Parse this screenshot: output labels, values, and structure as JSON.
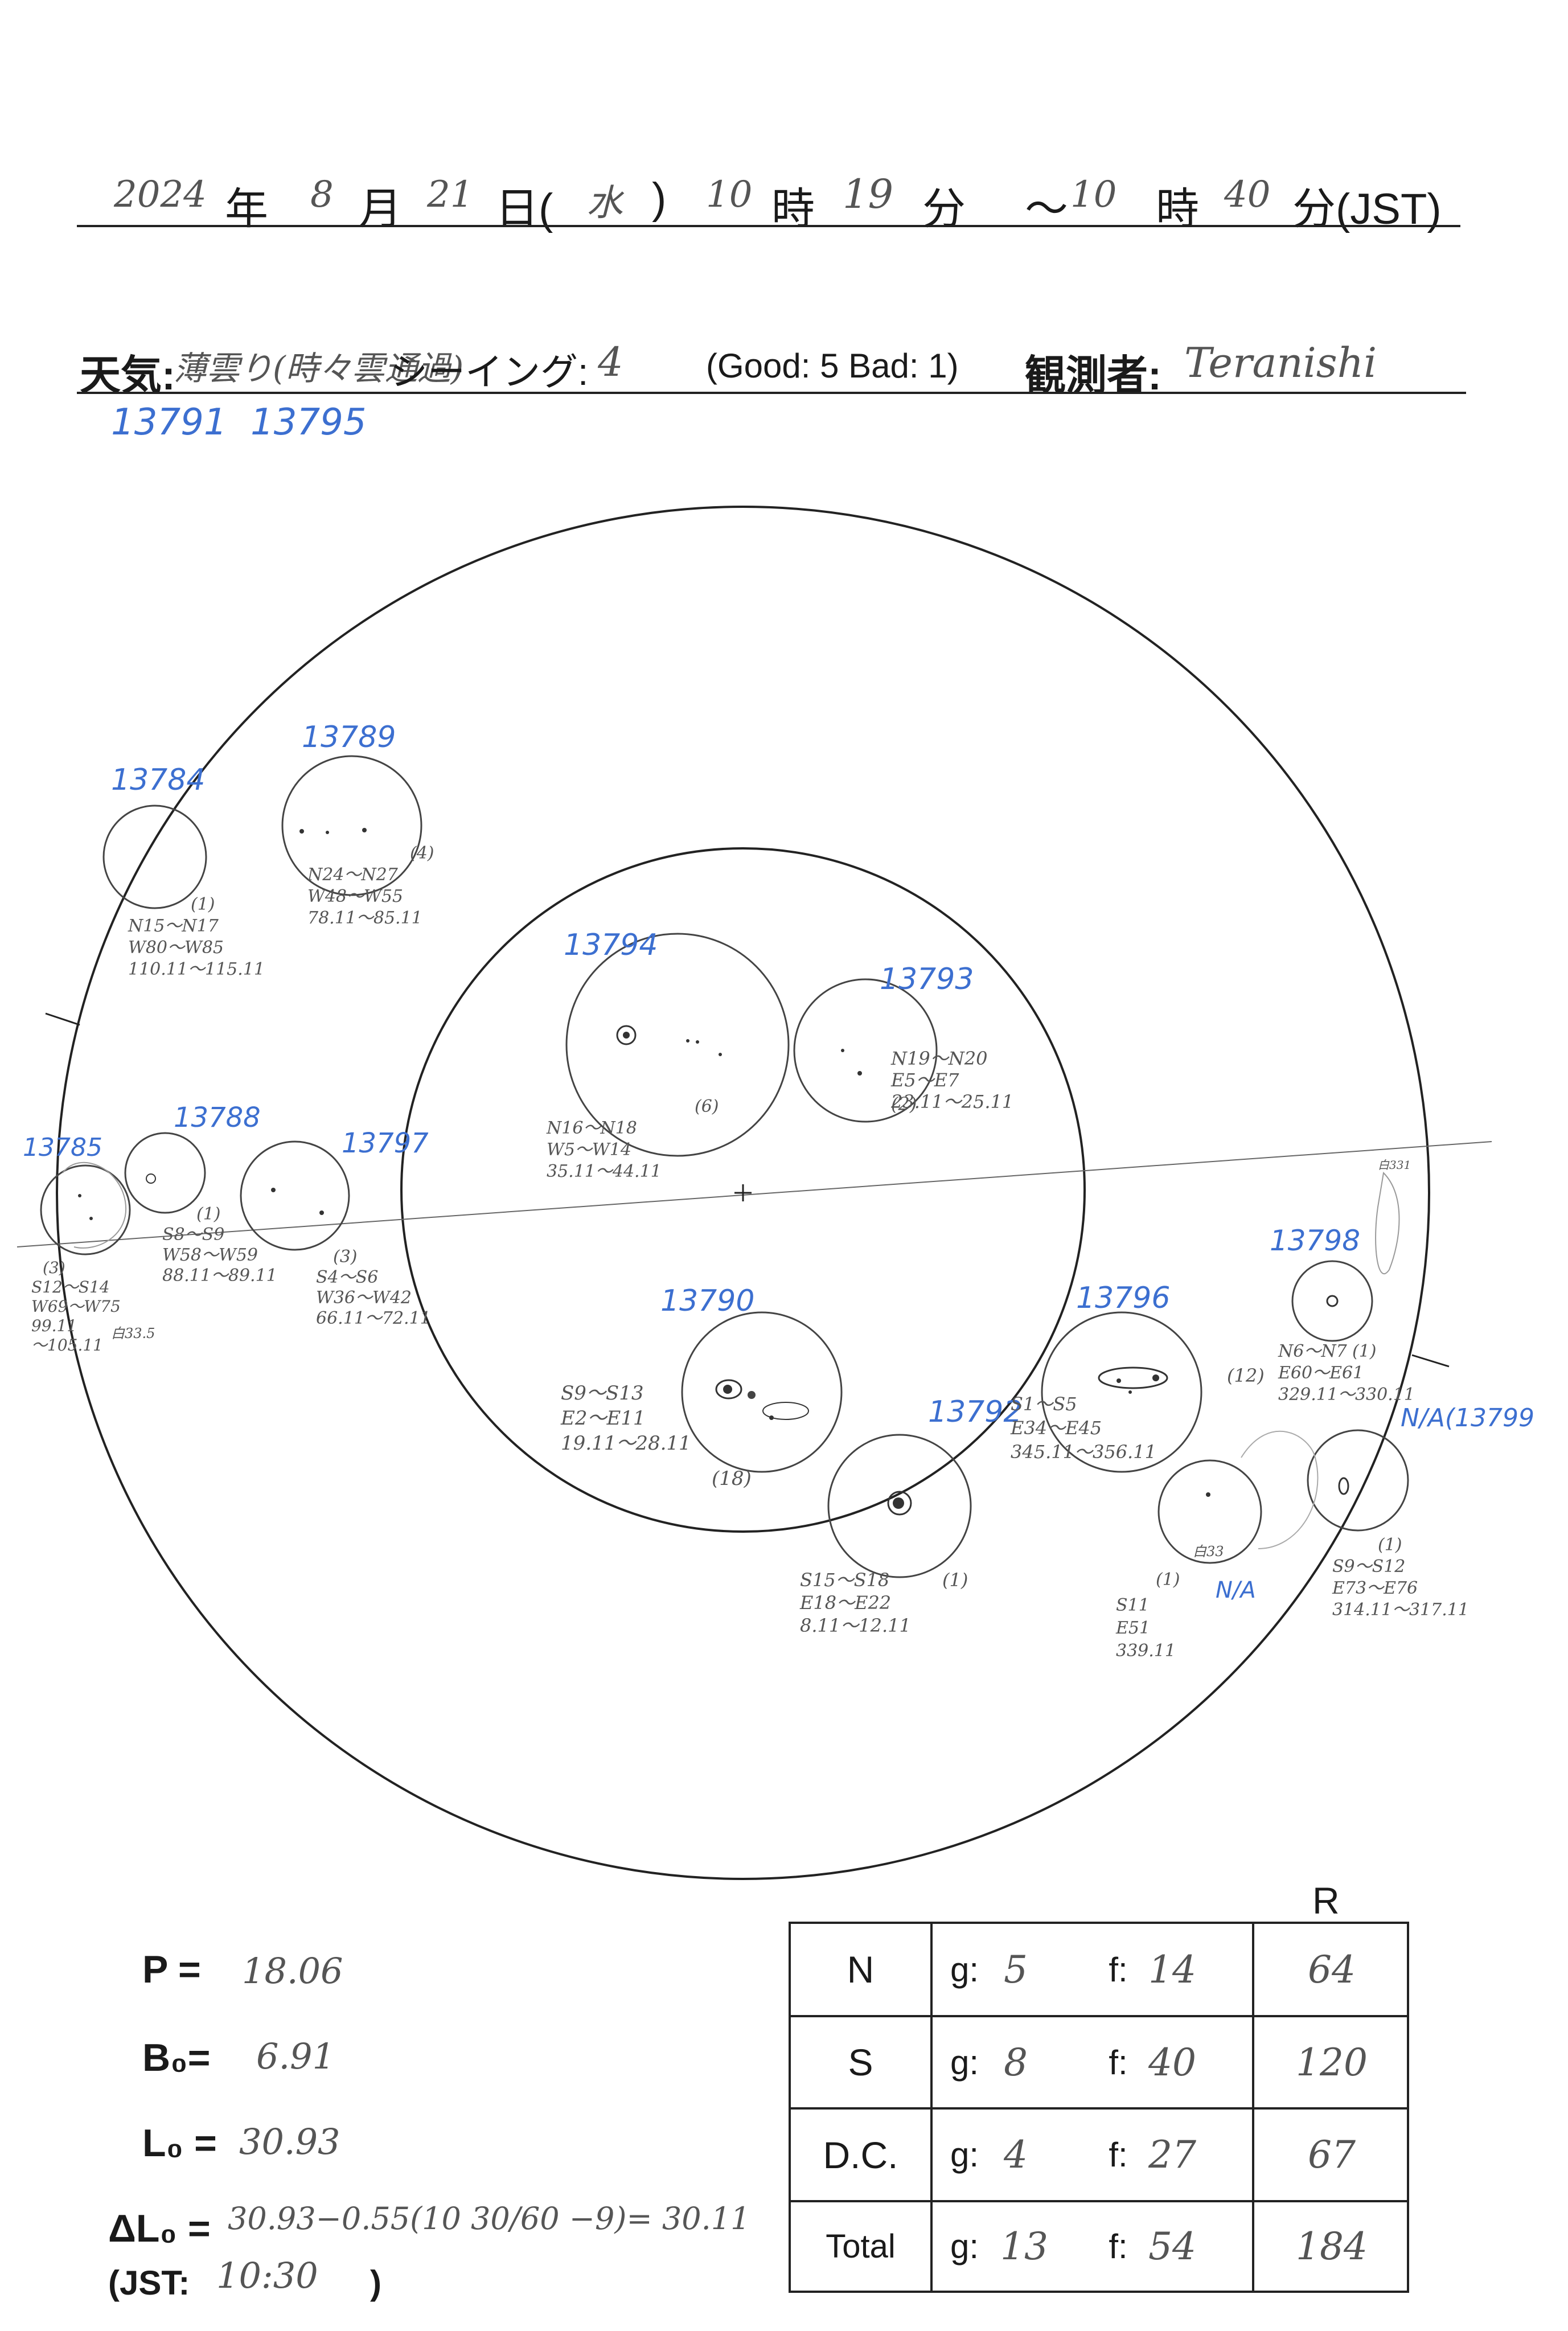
{
  "header": {
    "year": "2024",
    "year_unit": "年",
    "month": "8",
    "month_unit": "月",
    "day": "21",
    "day_unit": "日(",
    "weekday": "水",
    "close_paren": ")",
    "start_hour": "10",
    "hour_unit": "時",
    "start_min": "19",
    "min_unit": "分",
    "tilde": "～",
    "end_hour": "10",
    "end_hour_unit": "時",
    "end_min": "40",
    "end_min_unit": "分(JST)"
  },
  "row2": {
    "weather_label": "天気:",
    "weather_value": "薄雲り(時々雲通過)",
    "seeing_label": "シーイング:",
    "seeing_value": "4",
    "seeing_scale": "(Good: 5  Bad: 1)",
    "observer_label": "観測者:",
    "observer_value": "Teranishi"
  },
  "top_notes": [
    "13791",
    "13795"
  ],
  "sketch": {
    "region_labels": [
      "13784",
      "13789",
      "13794",
      "13793",
      "13785",
      "13788",
      "13797",
      "13790",
      "13796",
      "13798",
      "13792",
      "N/A(13799"
    ],
    "groups": [
      {
        "count": "(1)",
        "lines": [
          "N15～N17",
          "W80～W85",
          "110.11～115.11"
        ]
      },
      {
        "count": "(4)",
        "lines": [
          "N24～N27",
          "W48～W55",
          "78.11～85.11"
        ]
      },
      {
        "count": "(6)",
        "lines": [
          "N16～N18",
          "W5～W14",
          "35.11～44.11"
        ]
      },
      {
        "count": "(2)",
        "lines": [
          "N19～N20",
          "E5～E7",
          "23.11～25.11"
        ]
      },
      {
        "count": "(1)",
        "lines": [
          "S8～S9",
          "W58～W59",
          "88.11～89.11"
        ]
      },
      {
        "count": "(3)",
        "lines": [
          "S4～S6",
          "W36～W42",
          "66.11～72.11"
        ]
      },
      {
        "count": "(3)",
        "lines": [
          "S12～S14",
          "W69～W75",
          "99.11",
          "～105.11"
        ]
      },
      {
        "count": "(18)",
        "lines": [
          "S9～S13",
          "E2～E11",
          "19.11～28.11"
        ]
      },
      {
        "count": "(12)",
        "lines": [
          "S1～S5",
          "E34～E45",
          "345.11～356.11"
        ]
      },
      {
        "count": "(1)",
        "lines": [
          "N6～N7",
          "E60～E61",
          "329.11～330.11"
        ]
      },
      {
        "count": "(1)",
        "lines": [
          "S15～S18",
          "E18～E22",
          "8.11～12.11"
        ]
      },
      {
        "count": "(1)",
        "lines": [
          "S11",
          "E51",
          "339.11"
        ]
      },
      {
        "count": "(1)",
        "lines": [
          "S9～S12",
          "E73～E76",
          "314.11～317.11"
        ]
      }
    ],
    "small_notes": [
      "白331",
      "白33.5",
      "白33",
      "N/A"
    ]
  },
  "params": {
    "p_label": "P =",
    "p_value": "18.06",
    "b_label": "B₀=",
    "b_value": "6.91",
    "l_label": "L₀ =",
    "l_value": "30.93",
    "dl_label": "ΔL₀ =",
    "dl_value": "30.93−0.55(10 30/60 −9)= 30.11",
    "jst_label": "(JST:",
    "jst_value": "10:30",
    "jst_close": ")"
  },
  "table": {
    "r_header": "R",
    "rows": [
      {
        "label": "N",
        "g_label": "g:",
        "g": "5",
        "f_label": "f:",
        "f": "14",
        "r": "64"
      },
      {
        "label": "S",
        "g_label": "g:",
        "g": "8",
        "f_label": "f:",
        "f": "40",
        "r": "120"
      },
      {
        "label": "D.C.",
        "g_label": "g:",
        "g": "4",
        "f_label": "f:",
        "f": "27",
        "r": "67"
      },
      {
        "label": "Total",
        "g_label": "g:",
        "g": "13",
        "f_label": "f:",
        "f": "54",
        "r": "184"
      }
    ]
  }
}
